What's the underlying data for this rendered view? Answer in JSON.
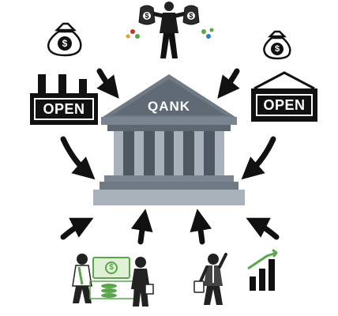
{
  "bank": {
    "label": "QANK"
  },
  "left_sign": {
    "text": "OPEN"
  },
  "right_sign": {
    "text": "OPEN"
  },
  "bags": {
    "symbol": "$"
  },
  "colors": {
    "bank_fill": "#6f7a85",
    "bank_column": "#a9b2bb",
    "ink": "#111111",
    "money_green": "#5aa64a"
  },
  "icons": [
    "person-holding-money-bags-icon",
    "money-bag-icon",
    "factory-open-sign-icon",
    "hanging-open-sign-icon",
    "bank-building-icon",
    "people-exchanging-money-icon",
    "businessman-cheering-icon",
    "growth-bar-chart-icon"
  ]
}
